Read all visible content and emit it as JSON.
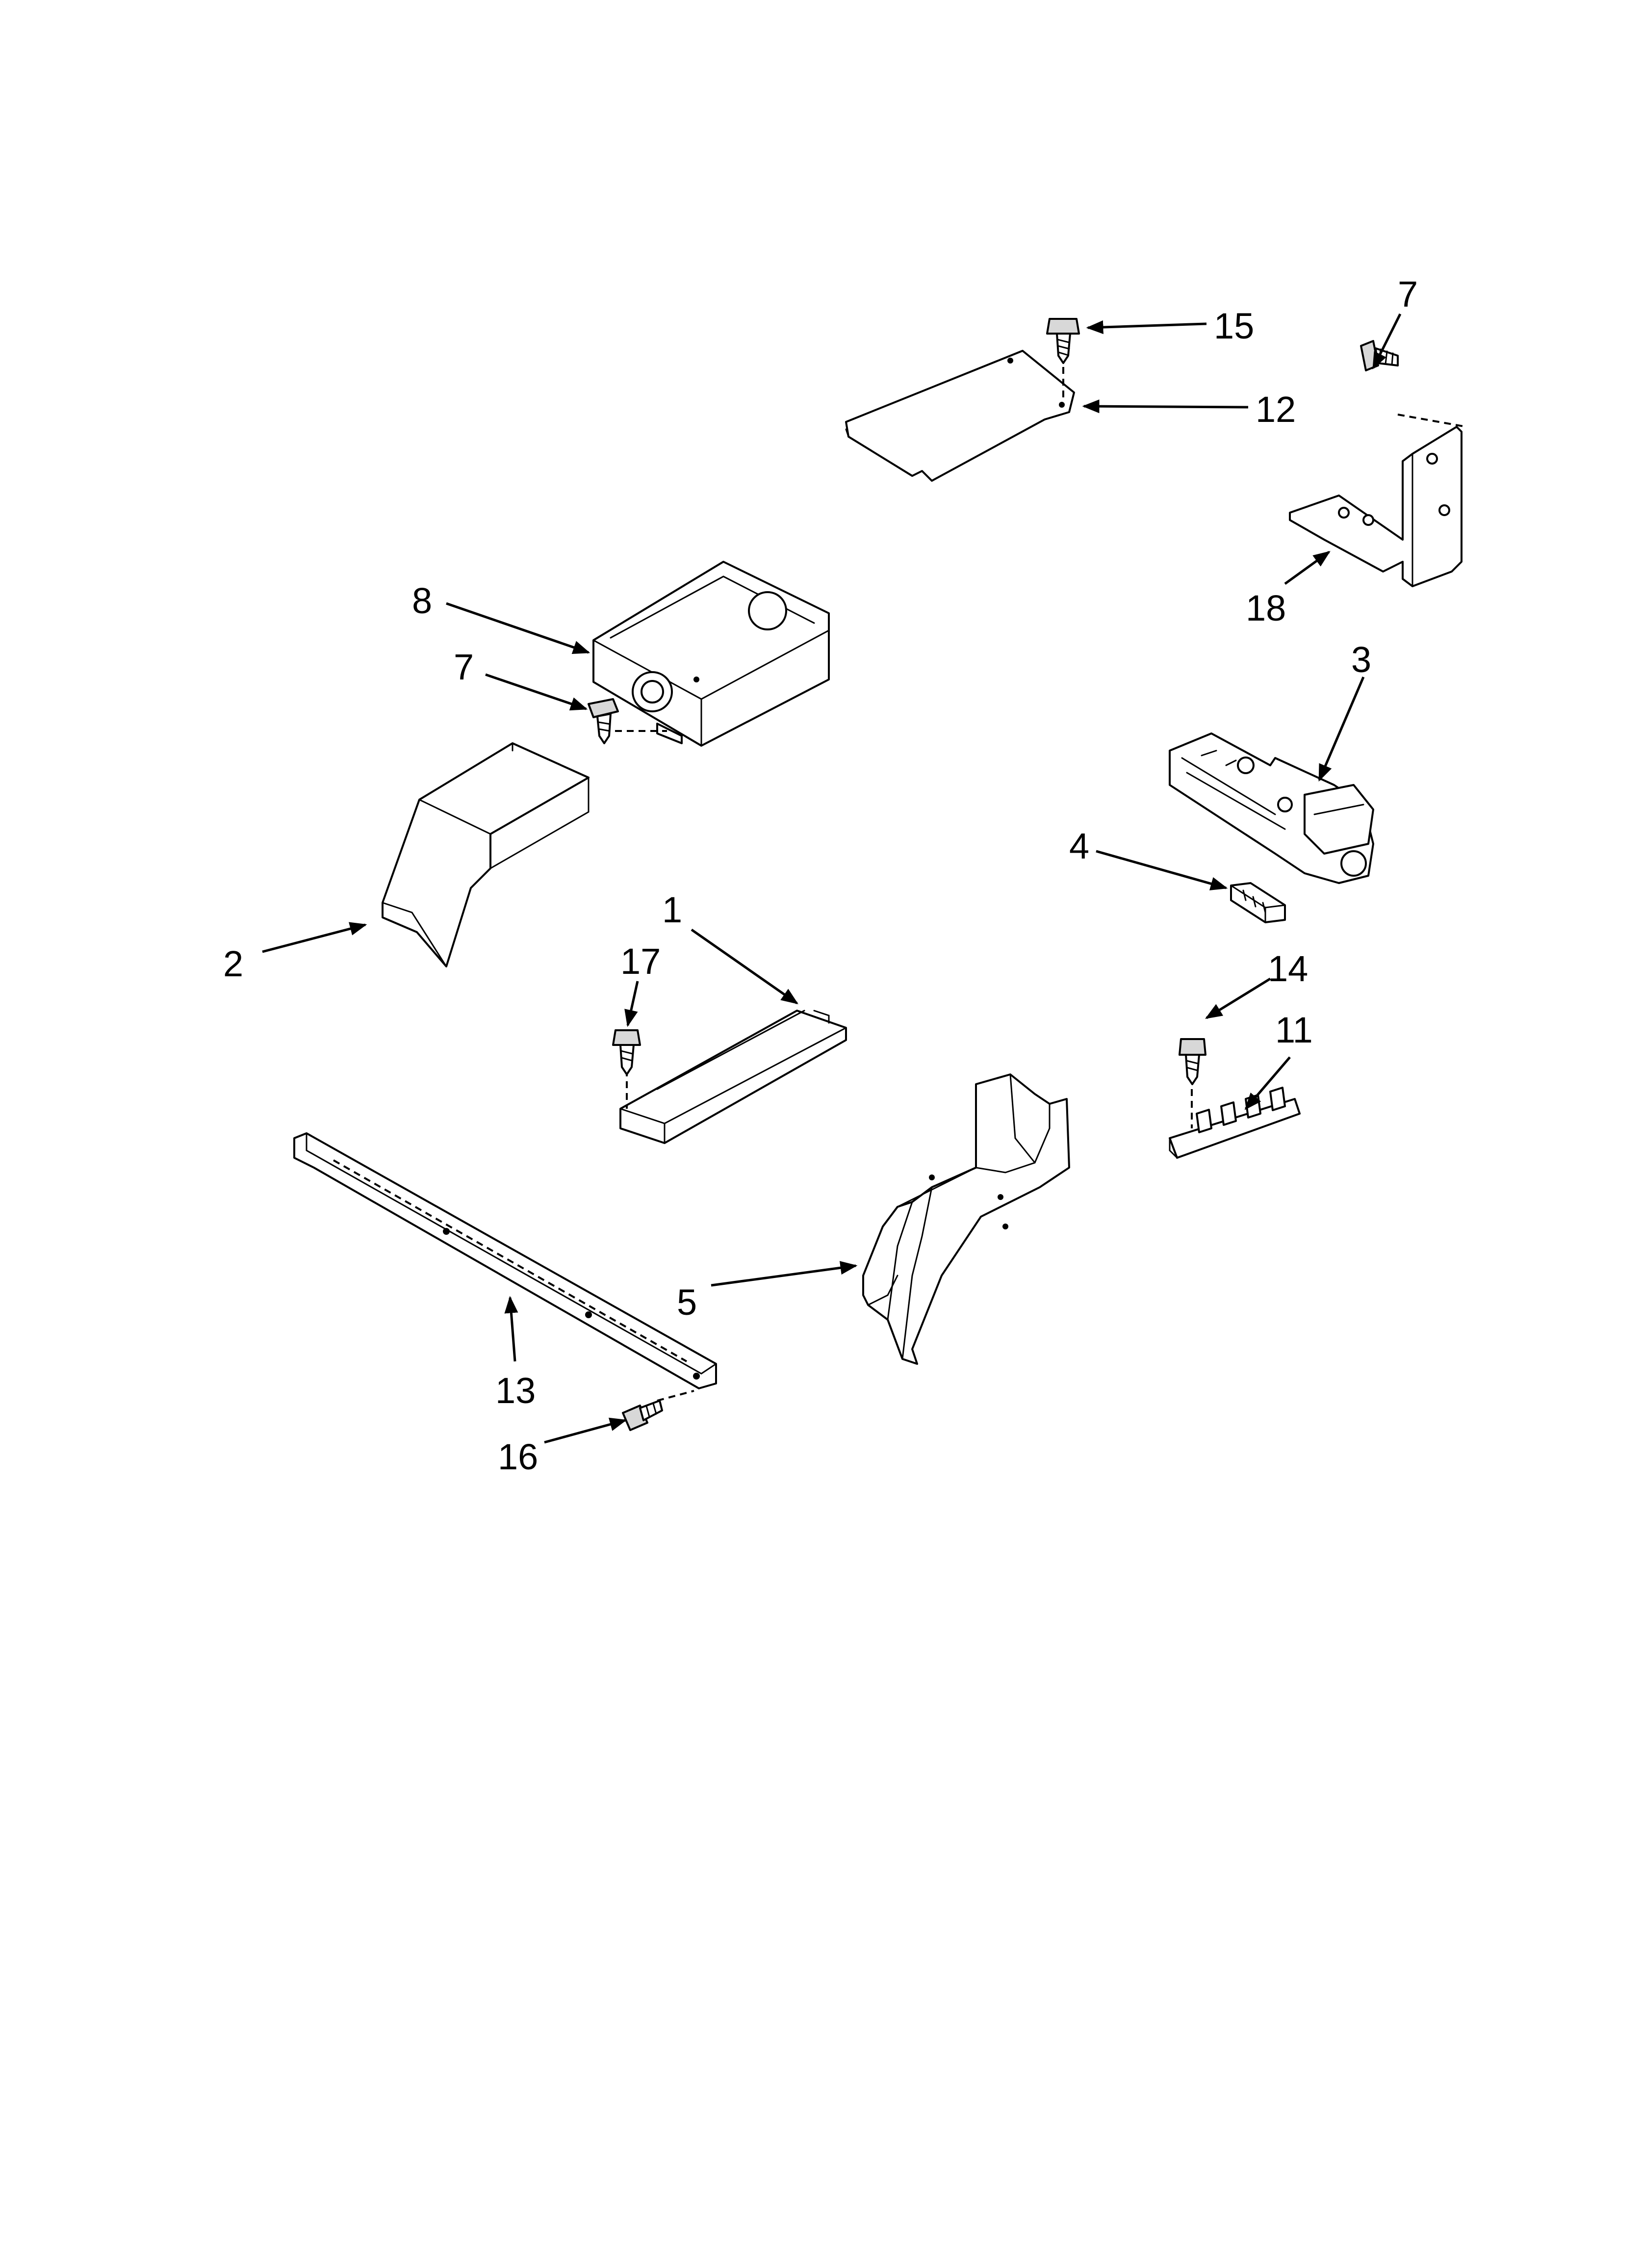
{
  "callouts": {
    "c15": "15",
    "c12": "12",
    "c7a": "7",
    "c18": "18",
    "c8": "8",
    "c7b": "7",
    "c3": "3",
    "c4": "4",
    "c2": "2",
    "c1": "1",
    "c17": "17",
    "c14": "14",
    "c11": "11",
    "c5": "5",
    "c13": "13",
    "c16": "16"
  }
}
